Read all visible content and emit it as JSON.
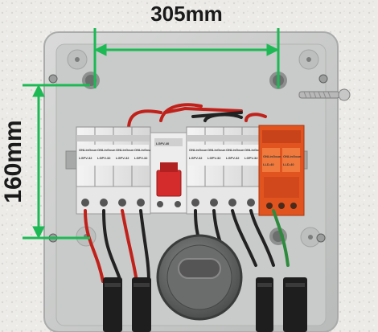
{
  "dimensions": {
    "width_label": "305mm",
    "height_label": "160mm"
  },
  "breakers": {
    "brand": "ONLinGoun",
    "model": "LGPV-32",
    "dc_breaker_model": "LGFV-40"
  },
  "spd": {
    "brand": "ONLinGoun",
    "model": "LLD-40"
  },
  "colors": {
    "wall": "#ecebe8",
    "enclosure": "#cfd0cf",
    "dimension_line": "#1db954",
    "spd_body": "#e2541f",
    "dc_wire": "#c0221b"
  },
  "icons": [
    "screw-icon",
    "gland-icon",
    "cable-icon"
  ]
}
